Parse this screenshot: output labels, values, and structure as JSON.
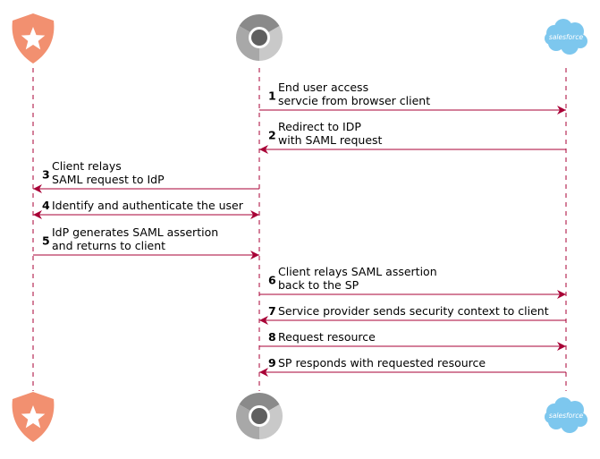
{
  "colors": {
    "arrow": "#a80036",
    "lifeline": "#a80036",
    "auth0": "#eb5424",
    "chrome_dark": "#5f5f5f",
    "chrome_light": "#c9c9c9",
    "salesforce": "#7dc7ee"
  },
  "participants": [
    {
      "id": "idp",
      "icon": "auth0-shield-icon"
    },
    {
      "id": "browser",
      "icon": "chrome-icon"
    },
    {
      "id": "sp",
      "icon": "salesforce-cloud-icon",
      "logo_text": "salesforce"
    }
  ],
  "messages": [
    {
      "num": "1",
      "from": "browser",
      "to": "sp",
      "lines": [
        "End user access",
        "servcie from browser client"
      ]
    },
    {
      "num": "2",
      "from": "sp",
      "to": "browser",
      "lines": [
        "Redirect to IDP",
        "with SAML request"
      ]
    },
    {
      "num": "3",
      "from": "browser",
      "to": "idp",
      "lines": [
        "Client relays",
        "SAML request to IdP"
      ]
    },
    {
      "num": "4",
      "from": "idp",
      "to": "browser",
      "bidirectional": true,
      "lines": [
        "Identify and authenticate the user"
      ]
    },
    {
      "num": "5",
      "from": "idp",
      "to": "browser",
      "lines": [
        "IdP generates SAML assertion",
        "and returns to client"
      ]
    },
    {
      "num": "6",
      "from": "browser",
      "to": "sp",
      "lines": [
        "Client relays SAML assertion",
        "back to the SP"
      ]
    },
    {
      "num": "7",
      "from": "sp",
      "to": "browser",
      "lines": [
        "Service provider sends security context to client"
      ]
    },
    {
      "num": "8",
      "from": "browser",
      "to": "sp",
      "lines": [
        "Request resource"
      ]
    },
    {
      "num": "9",
      "from": "sp",
      "to": "browser",
      "lines": [
        "SP responds with requested resource"
      ]
    }
  ]
}
